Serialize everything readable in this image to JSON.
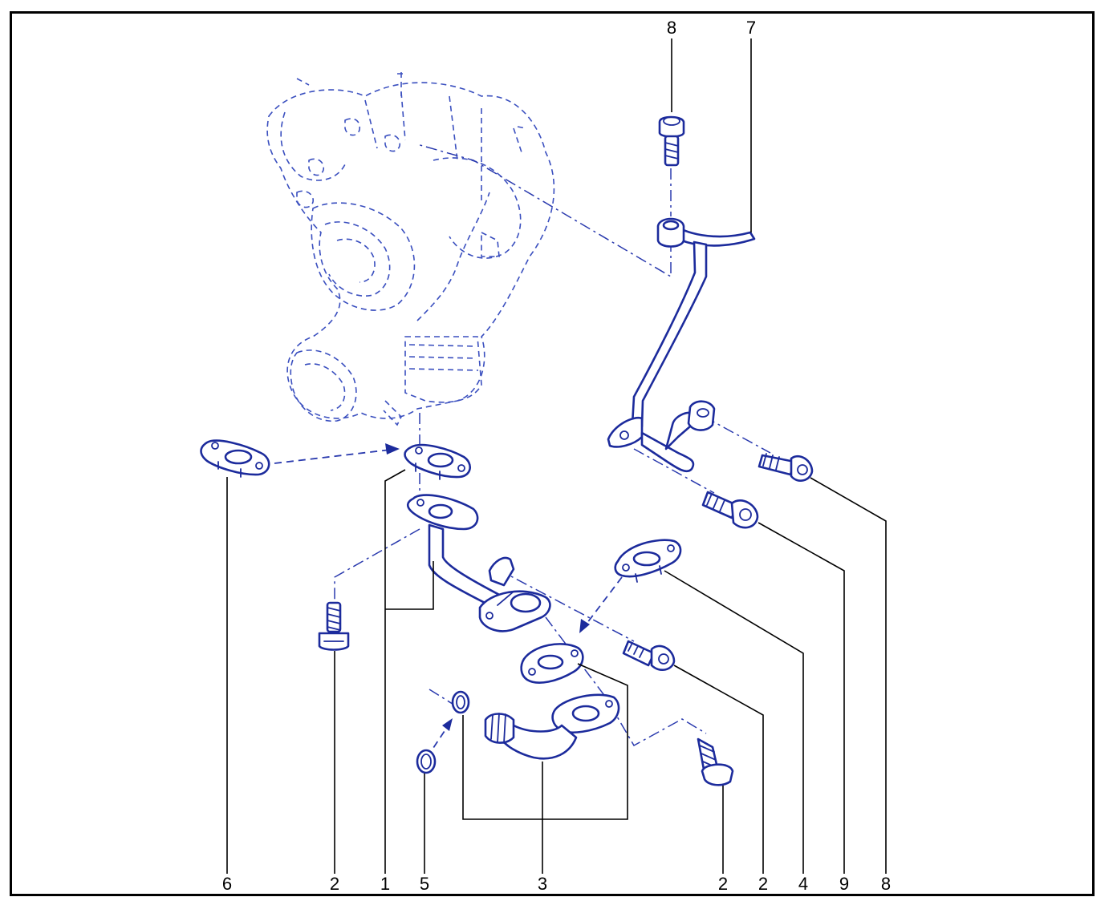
{
  "colors": {
    "line": "#1c2b9c",
    "ghost": "#3a4fbf",
    "label": "#000000",
    "frame": "#000000"
  },
  "callouts": {
    "top_bolt": "8",
    "top_pipe": "7",
    "bottom": [
      "6",
      "2",
      "1",
      "5",
      "3",
      "2",
      "2",
      "4",
      "9",
      "8"
    ]
  }
}
